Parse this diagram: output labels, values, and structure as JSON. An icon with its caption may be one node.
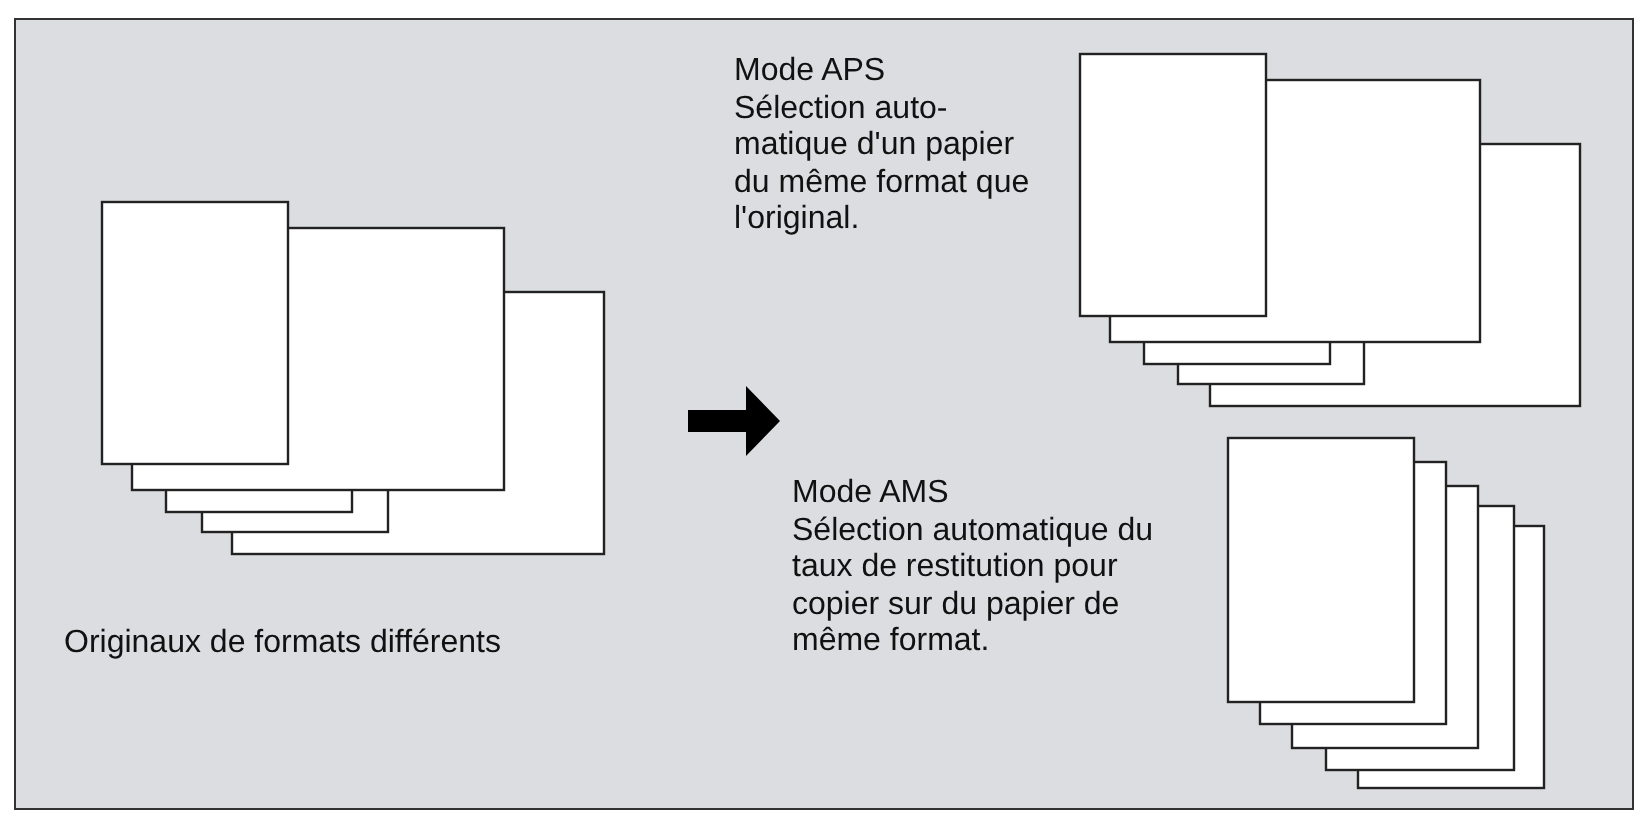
{
  "diagram": {
    "labels": [
      "Mode APS",
      "Sélection auto-matique d'un papier du même format que l'original.",
      "Originaux de formats différents",
      "Mode AMS",
      "Sélection automatique du taux de restitution pour copier sur du papier de même format."
    ]
  }
}
